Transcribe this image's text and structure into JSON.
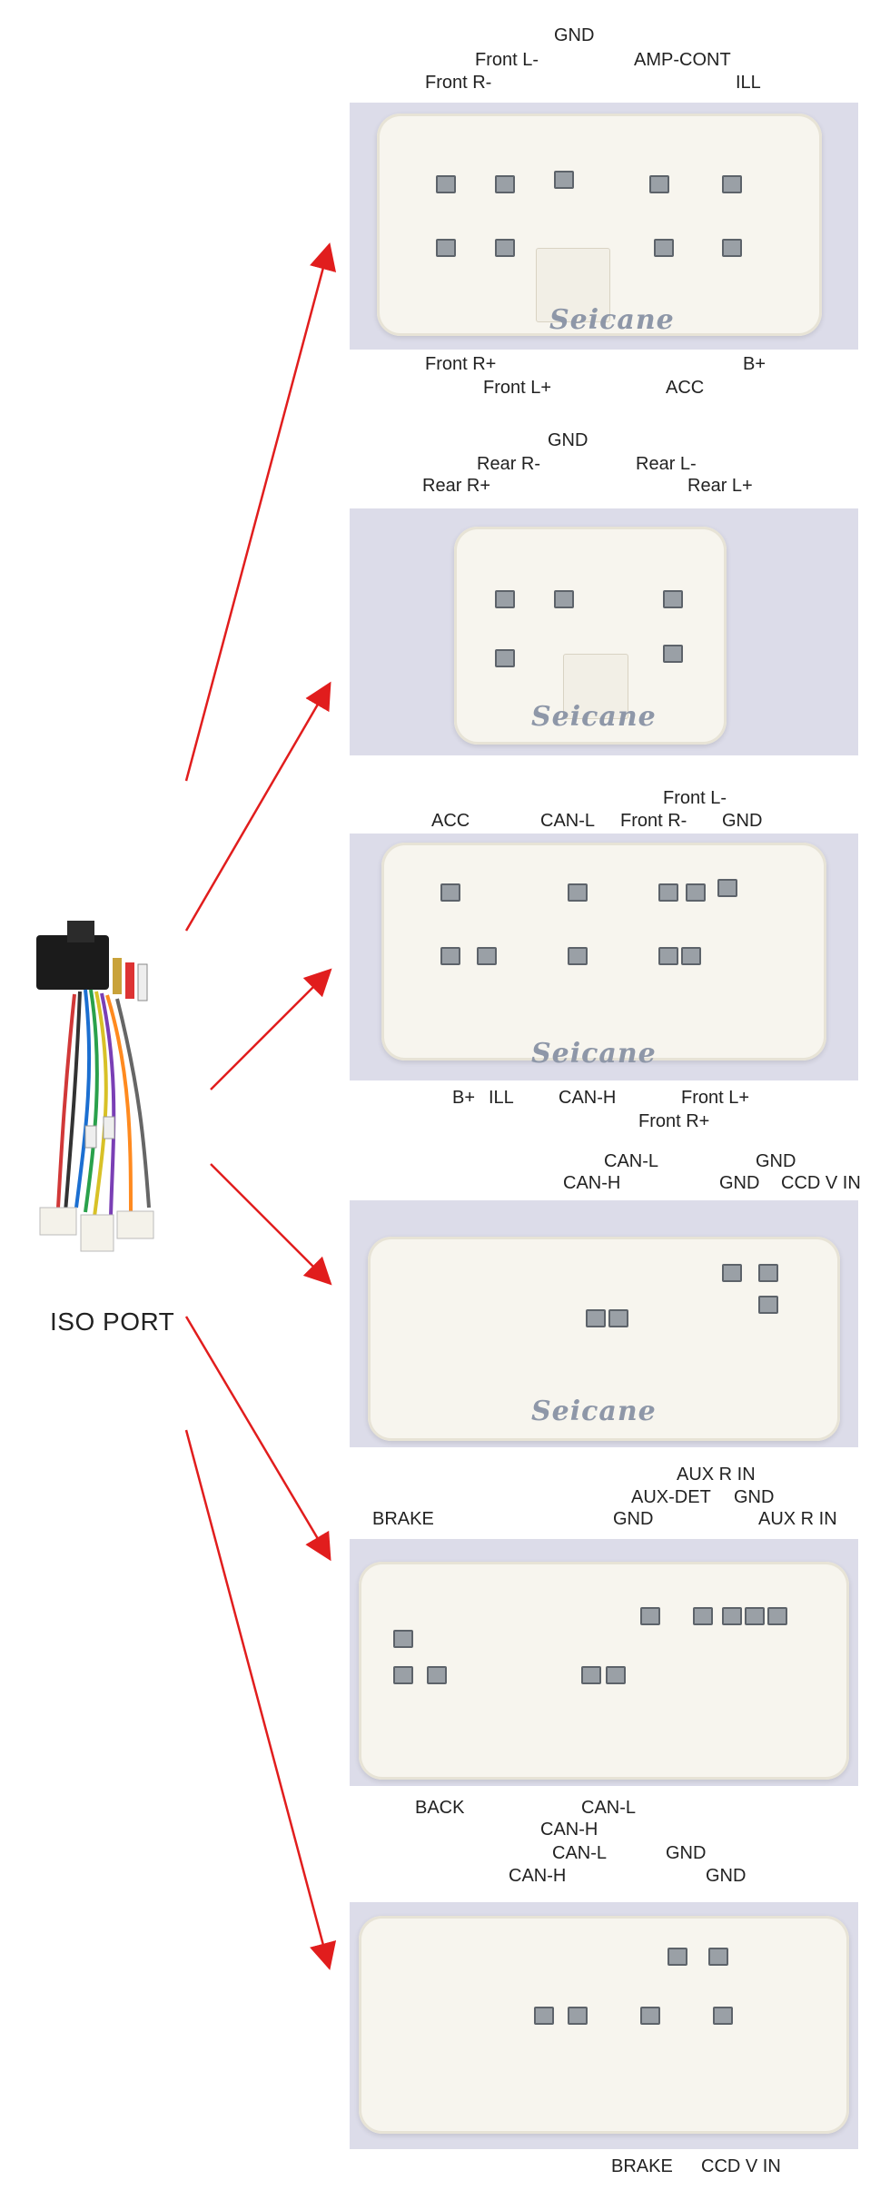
{
  "hub": {
    "label": "ISO PORT"
  },
  "brand": "Seicane",
  "connectors": [
    {
      "id": "c1",
      "labels_top": [
        "GND",
        "Front L-",
        "Front R-",
        "AMP-CONT",
        "ILL"
      ],
      "labels_bottom": [
        "Front R+",
        "Front L+",
        "ACC",
        "B+"
      ]
    },
    {
      "id": "c2",
      "labels_top": [
        "GND",
        "Rear R-",
        "Rear R+",
        "Rear L-",
        "Rear L+"
      ],
      "labels_bottom": []
    },
    {
      "id": "c3",
      "labels_top": [
        "Front L-",
        "ACC",
        "CAN-L",
        "Front R-",
        "GND"
      ],
      "labels_bottom": [
        "B+",
        "ILL",
        "CAN-H",
        "Front L+",
        "Front R+"
      ]
    },
    {
      "id": "c4",
      "labels_top": [
        "CAN-L",
        "CAN-H",
        "GND",
        "GND",
        "CCD V IN"
      ],
      "labels_bottom": []
    },
    {
      "id": "c5",
      "labels_top": [
        "AUX R IN",
        "AUX-DET",
        "GND",
        "BRAKE",
        "GND",
        "AUX R IN"
      ],
      "labels_bottom": [
        "BACK",
        "CAN-L",
        "CAN-H"
      ]
    },
    {
      "id": "c6",
      "labels_top": [
        "CAN-L",
        "GND",
        "CAN-H",
        "GND"
      ],
      "labels_bottom": [
        "BRAKE",
        "CCD V IN"
      ]
    }
  ]
}
